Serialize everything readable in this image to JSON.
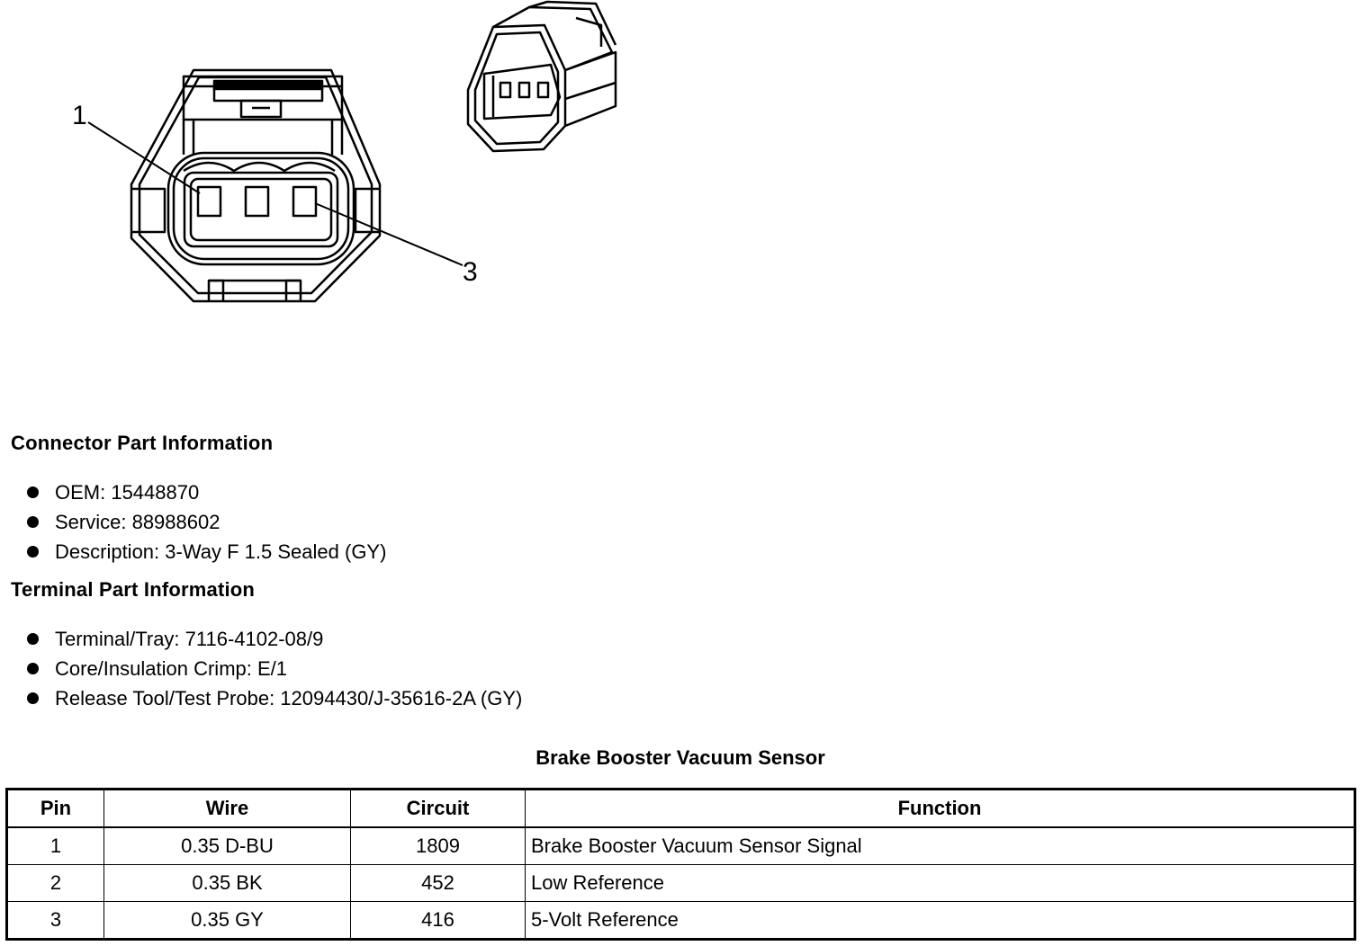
{
  "diagram": {
    "pin_callouts": [
      "1",
      "3"
    ]
  },
  "connector_info": {
    "title": "Connector Part Information",
    "items": [
      "OEM: 15448870",
      "Service: 88988602",
      "Description: 3-Way F 1.5 Sealed (GY)"
    ]
  },
  "terminal_info": {
    "title": "Terminal Part Information",
    "items": [
      "Terminal/Tray: 7116-4102-08/9",
      "Core/Insulation Crimp: E/1",
      "Release Tool/Test Probe: 12094430/J-35616-2A (GY)"
    ]
  },
  "pin_table": {
    "caption": "Brake Booster Vacuum Sensor",
    "headers": [
      "Pin",
      "Wire",
      "Circuit",
      "Function"
    ],
    "rows": [
      [
        "1",
        "0.35 D-BU",
        "1809",
        "Brake Booster Vacuum Sensor Signal"
      ],
      [
        "2",
        "0.35 BK",
        "452",
        "Low Reference"
      ],
      [
        "3",
        "0.35 GY",
        "416",
        "5-Volt Reference"
      ]
    ]
  }
}
